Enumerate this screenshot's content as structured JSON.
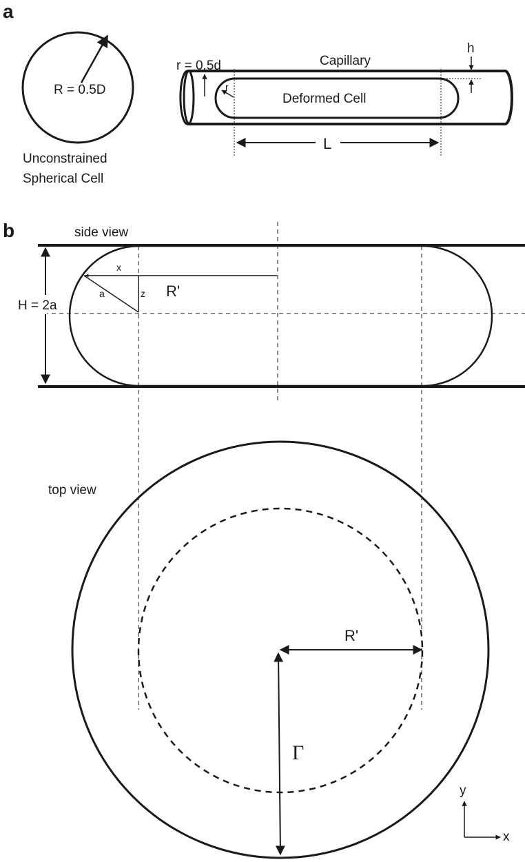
{
  "panel_a": {
    "label": "a",
    "sphere_radius_label": "R = 0.5D",
    "sphere_caption_line1": "Unconstrained",
    "sphere_caption_line2": "Spherical Cell",
    "capillary_label": "Capillary",
    "capillary_radius_label": "r = 0.5d",
    "gap_label": "h",
    "cell_radius_label": "r",
    "deformed_cell_label": "Deformed Cell",
    "length_label": "L"
  },
  "panel_b": {
    "label": "b",
    "side_view_label": "side view",
    "height_label": "H = 2a",
    "x_label": "x",
    "a_label": "a",
    "z_label": "z",
    "rprime_side_label": "R'",
    "top_view_label": "top view",
    "rprime_top_label": "R'",
    "gamma_label": "Γ",
    "axis_y_label": "y",
    "axis_x_label": "x"
  }
}
